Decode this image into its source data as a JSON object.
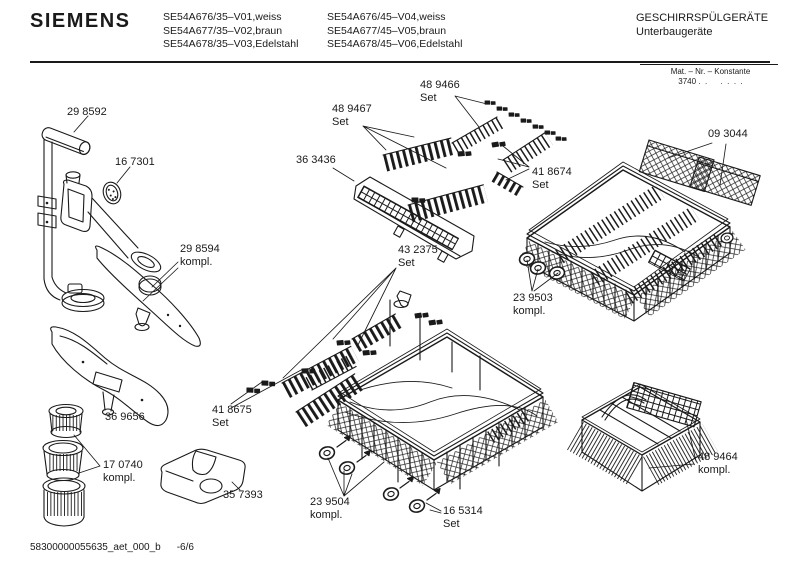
{
  "header": {
    "brand": "SIEMENS",
    "models_col1": [
      "SE54A676/35–V01,weiss",
      "SE54A677/35–V02,braun",
      "SE54A678/35–V03,Edelstahl"
    ],
    "models_col2": [
      "SE54A676/45–V04,weiss",
      "SE54A677/45–V05,braun",
      "SE54A678/45–V06,Edelstahl"
    ],
    "category": "GESCHIRRSPÜLGERÄTE",
    "subcategory": "Unterbaugeräte",
    "mat_label": "Mat. – Nr. – Konstante",
    "mat_value": "3740",
    "mat_dots": ".  .      .  .  .  ."
  },
  "parts": [
    {
      "number": "29 8592",
      "qualifier": ""
    },
    {
      "number": "16 7301",
      "qualifier": ""
    },
    {
      "number": "29 8594",
      "qualifier": "kompl."
    },
    {
      "number": "36 3436",
      "qualifier": ""
    },
    {
      "number": "48 9467",
      "qualifier": "Set"
    },
    {
      "number": "48 9466",
      "qualifier": "Set"
    },
    {
      "number": "41 8674",
      "qualifier": "Set"
    },
    {
      "number": "09 3044",
      "qualifier": ""
    },
    {
      "number": "43 2375",
      "qualifier": "Set"
    },
    {
      "number": "23 9503",
      "qualifier": "kompl."
    },
    {
      "number": "36 9656",
      "qualifier": ""
    },
    {
      "number": "41 8675",
      "qualifier": "Set"
    },
    {
      "number": "17 0740",
      "qualifier": "kompl."
    },
    {
      "number": "35 7393",
      "qualifier": ""
    },
    {
      "number": "23 9504",
      "qualifier": "kompl."
    },
    {
      "number": "16 5314",
      "qualifier": "Set"
    },
    {
      "number": "48 9464",
      "qualifier": "kompl."
    }
  ],
  "footer": {
    "doc_id": "58300000055635_aet_000_b",
    "page": "-6/6"
  },
  "colors": {
    "ink": "#1a1a1a",
    "background": "#ffffff"
  }
}
